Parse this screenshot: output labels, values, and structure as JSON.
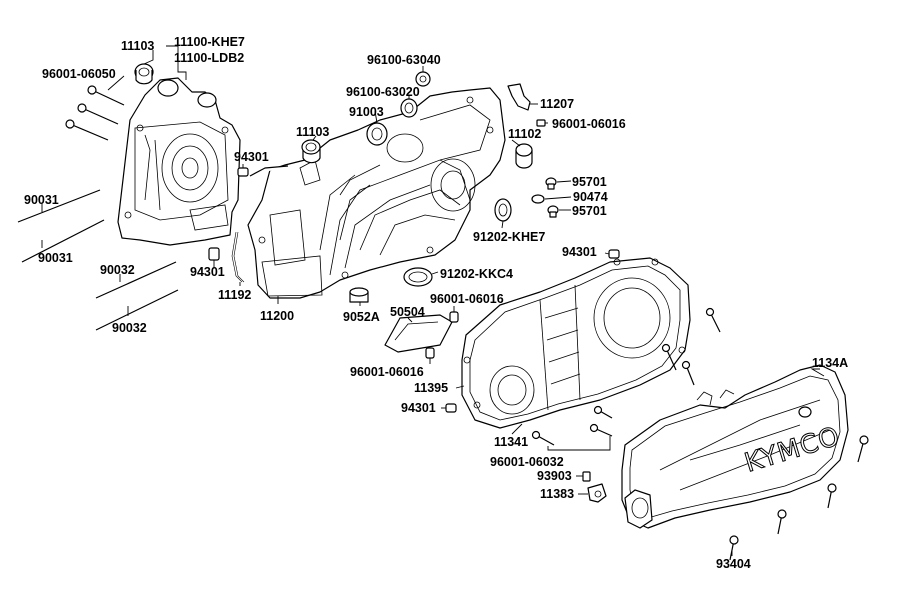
{
  "diagram": {
    "logo": "KYMCO",
    "labels": {
      "p11103a": "11103",
      "p11100khe7": "11100-KHE7",
      "p11100ldb2": "11100-LDB2",
      "p9600106050": "96001-06050",
      "p9610063040": "96100-63040",
      "p9610063020": "96100-63020",
      "p91003": "91003",
      "p11207": "11207",
      "p9600106016a": "96001-06016",
      "p11103b": "11103",
      "p11102": "11102",
      "p94301a": "94301",
      "p95701a": "95701",
      "p90474": "90474",
      "p95701b": "95701",
      "p90031a": "90031",
      "p90031b": "90031",
      "p91202khe7": "91202-KHE7",
      "p94301b": "94301",
      "p90032a": "90032",
      "p94301c": "94301",
      "p91202kkc4": "91202-KKC4",
      "p11192": "11192",
      "p96001b": "96001-06016",
      "p11200": "11200",
      "p50504": "50504",
      "p9052a": "9052A",
      "p90032b": "90032",
      "p1134a": "1134A",
      "p96001c": "96001-06016",
      "p11395": "11395",
      "p94301d": "94301",
      "p11341": "11341",
      "p9600106032": "96001-06032",
      "p93903": "93903",
      "p11383": "11383",
      "p93404": "93404"
    }
  }
}
